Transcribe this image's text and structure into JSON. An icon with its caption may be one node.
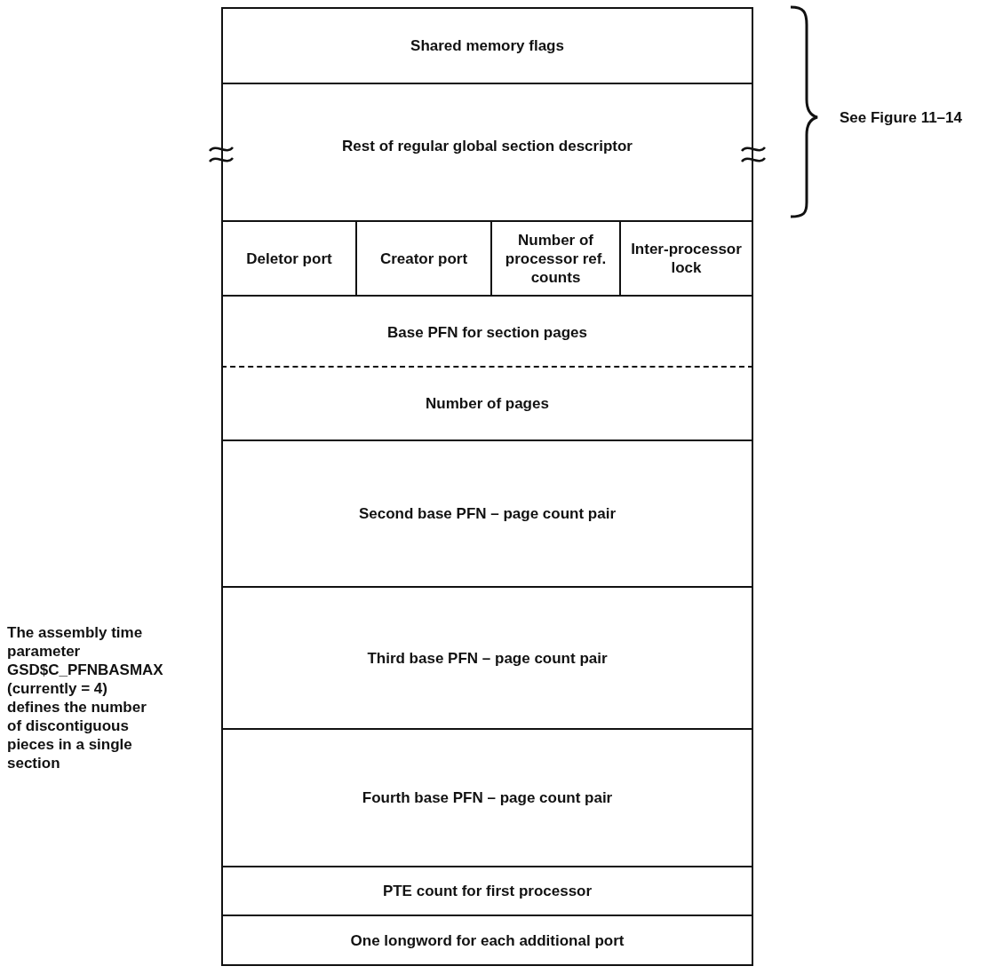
{
  "diagram": {
    "nodes": [
      {
        "text": [
          "Shared memory flags"
        ]
      },
      {
        "text": [
          "Rest of regular global section descriptor"
        ]
      },
      {
        "text": [
          "Deletor port"
        ]
      },
      {
        "text": [
          "Creator port"
        ]
      },
      {
        "text": [
          "Number of processor ref. counts"
        ]
      },
      {
        "text": [
          "Inter-processor lock"
        ]
      },
      {
        "text": [
          "Base PFN for section pages"
        ]
      },
      {
        "text": [
          "Number of pages"
        ]
      },
      {
        "text": [
          "Second base PFN – page count pair"
        ]
      },
      {
        "text": [
          "Third base PFN – page count pair"
        ]
      },
      {
        "text": [
          "Fourth base PFN – page count pair"
        ]
      },
      {
        "text": [
          "PTE count for first processor"
        ]
      },
      {
        "text": [
          "One longword for each additional port"
        ]
      }
    ],
    "labels": [
      "See Figure 11–14",
      "The assembly time parameter GSD$C_PFNBASMAX (currently = 4) defines the number of discontiguous pieces in a single section"
    ]
  }
}
